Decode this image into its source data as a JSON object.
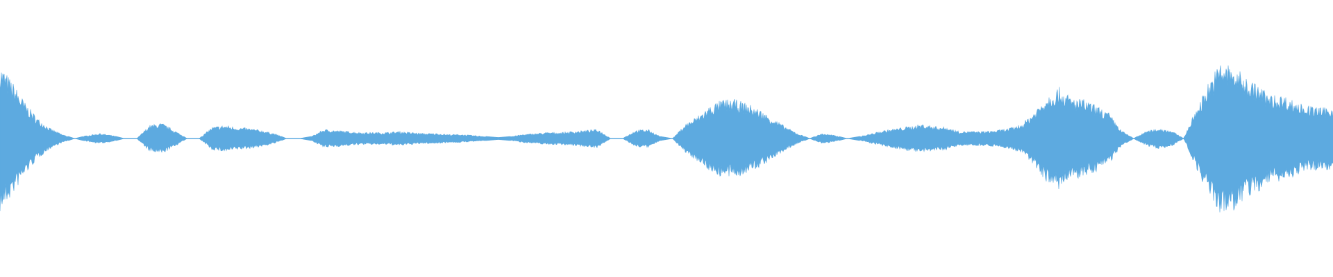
{
  "waveform": {
    "color": "#5DAAE0",
    "background": "#FFFFFF",
    "amplitude_samples": [
      0.72,
      0.55,
      0.35,
      0.2,
      0.1,
      0.04,
      0.0,
      0.03,
      0.05,
      0.03,
      0.0,
      0.0,
      0.13,
      0.15,
      0.08,
      0.0,
      0.0,
      0.11,
      0.13,
      0.11,
      0.1,
      0.08,
      0.05,
      0.0,
      0.0,
      0.02,
      0.09,
      0.08,
      0.07,
      0.06,
      0.06,
      0.06,
      0.07,
      0.06,
      0.05,
      0.05,
      0.04,
      0.04,
      0.03,
      0.02,
      0.01,
      0.02,
      0.04,
      0.05,
      0.06,
      0.06,
      0.07,
      0.08,
      0.09,
      0.0,
      0.0,
      0.08,
      0.09,
      0.02,
      0.0,
      0.14,
      0.22,
      0.32,
      0.38,
      0.38,
      0.34,
      0.28,
      0.2,
      0.12,
      0.05,
      0.0,
      0.05,
      0.03,
      0.0,
      0.02,
      0.05,
      0.08,
      0.1,
      0.12,
      0.14,
      0.12,
      0.11,
      0.07,
      0.07,
      0.07,
      0.08,
      0.1,
      0.14,
      0.26,
      0.42,
      0.5,
      0.4,
      0.38,
      0.32,
      0.25,
      0.08,
      0.0,
      0.07,
      0.1,
      0.08,
      0.0,
      0.28,
      0.55,
      0.75,
      0.7,
      0.6,
      0.52,
      0.42,
      0.42,
      0.36,
      0.32,
      0.3,
      0.3
    ]
  }
}
